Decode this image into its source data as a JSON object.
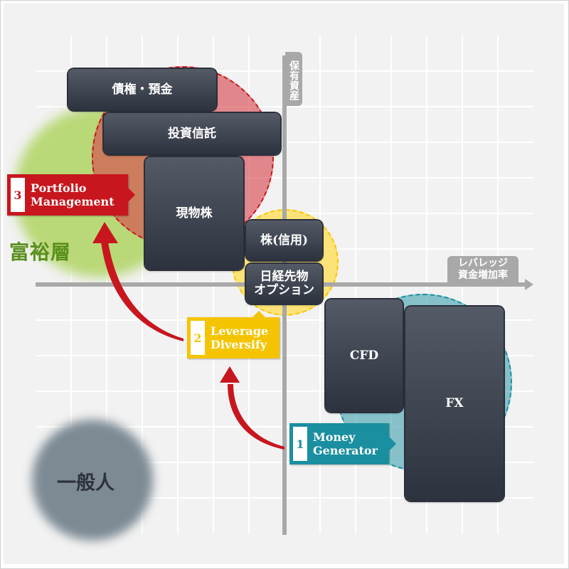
{
  "axes": {
    "y_label": "保有資産",
    "x_label_line1": "レバレッジ",
    "x_label_line2": "資金増加率"
  },
  "groups": {
    "wealthy": {
      "label": "富裕層",
      "color": "#5a8f1e"
    },
    "general": {
      "label": "一般人",
      "color": "#2c323e"
    }
  },
  "products": [
    {
      "label": "債権・預金"
    },
    {
      "label": "投資信託"
    },
    {
      "label": "現物株"
    },
    {
      "label": "株(信用)"
    },
    {
      "label": "日経先物",
      "label2": "オプション"
    },
    {
      "label": "CFD"
    },
    {
      "label": "FX"
    }
  ],
  "stages": [
    {
      "number": "1",
      "line1": "Money",
      "line2": "Generator",
      "color": "#1a8fa0"
    },
    {
      "number": "2",
      "line1": "Leverage",
      "line2": "Diversify",
      "color": "#f5c400"
    },
    {
      "number": "3",
      "line1": "Portfolio",
      "line2": "Management",
      "color": "#c8161e"
    }
  ]
}
